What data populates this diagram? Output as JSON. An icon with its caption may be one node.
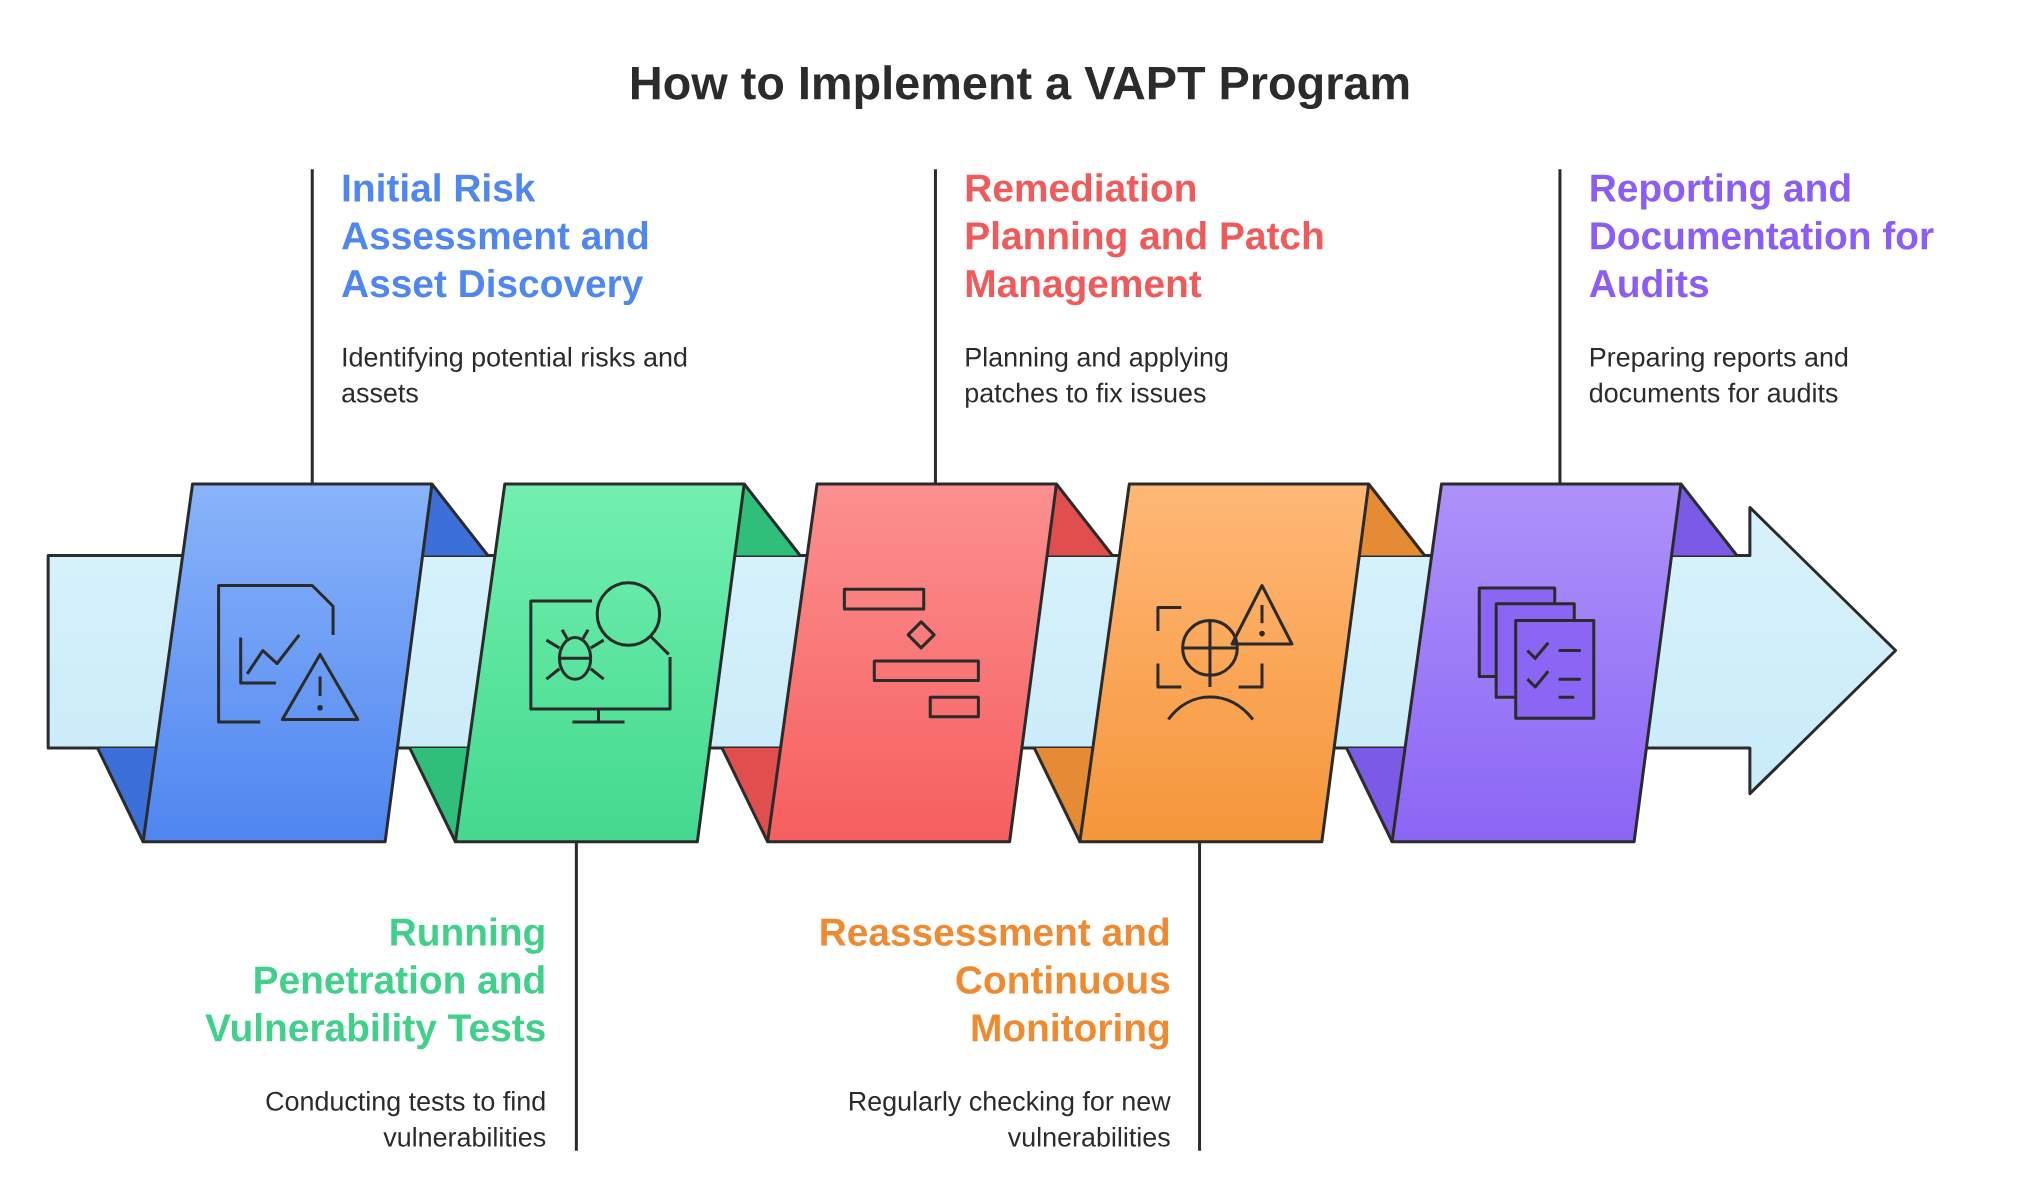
{
  "diagram": {
    "title": "How to Implement a VAPT Program",
    "nodes": [
      {
        "text": [
          "Initial Risk Assessment and Asset Discovery",
          "Identifying potential risks and assets"
        ]
      },
      {
        "text": [
          "Running Penetration and Vulnerability Tests",
          "Conducting tests to find vulnerabilities"
        ]
      },
      {
        "text": [
          "Remediation Planning and Patch Management",
          "Planning and applying patches to fix issues"
        ]
      },
      {
        "text": [
          "Reassessment and Continuous Monitoring",
          "Regularly checking for new vulnerabilities"
        ]
      },
      {
        "text": [
          "Reporting and Documentation for Audits",
          "Preparing reports and documents for audits"
        ]
      },
      {
        "text": [],
        "shape": "parallelogram"
      },
      {
        "text": [],
        "shape": "parallelogram"
      },
      {
        "text": [],
        "shape": "parallelogram"
      },
      {
        "text": [],
        "shape": "parallelogram"
      },
      {
        "text": [],
        "shape": "parallelogram"
      }
    ],
    "edges": [
      {
        "from": 0,
        "to": 5,
        "arrow": "none"
      },
      {
        "from": 1,
        "to": 6,
        "arrow": "none"
      },
      {
        "from": 2,
        "to": 7,
        "arrow": "none"
      },
      {
        "from": 3,
        "to": 8,
        "arrow": "none"
      },
      {
        "from": 4,
        "to": 9,
        "arrow": "none"
      }
    ]
  }
}
